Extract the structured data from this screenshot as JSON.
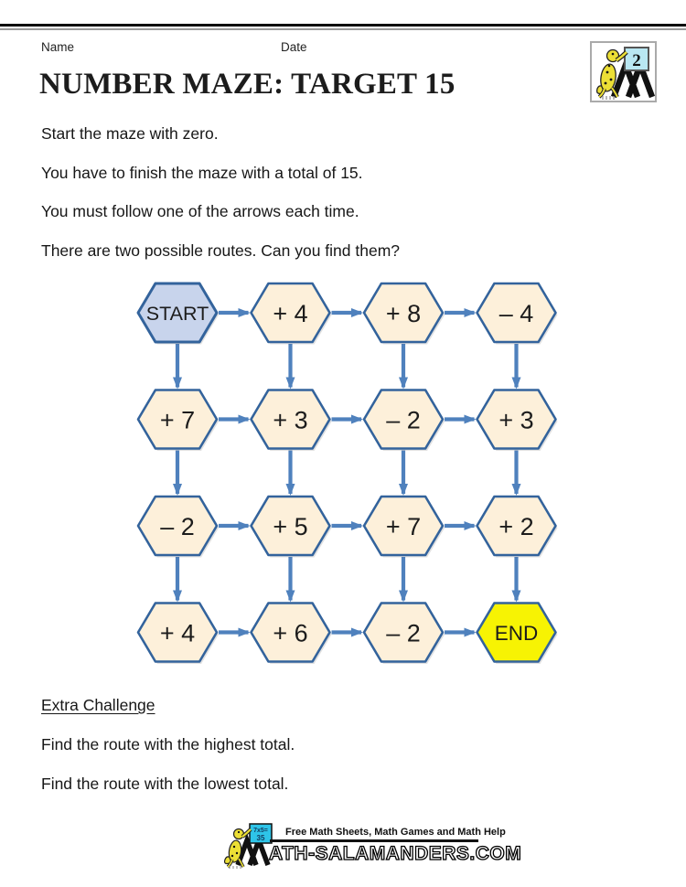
{
  "header": {
    "name_label": "Name",
    "date_label": "Date",
    "title": "NUMBER MAZE: TARGET 15",
    "badge_number": "2"
  },
  "instructions": [
    "Start the maze with zero.",
    "You have to finish the maze with a total of 15.",
    "You must follow one of the arrows each time.",
    "There are two possible routes. Can you find them?"
  ],
  "maze": {
    "rows": 4,
    "cols": 4,
    "cells": [
      [
        "START",
        "+ 4",
        "+ 8",
        "– 4"
      ],
      [
        "+ 7",
        "+ 3",
        "– 2",
        "+ 3"
      ],
      [
        "– 2",
        "+ 5",
        "+ 7",
        "+ 2"
      ],
      [
        "+ 4",
        "+ 6",
        "– 2",
        "END"
      ]
    ],
    "start_cell": "row 0, col 0",
    "end_cell": "row 3, col 3",
    "arrows": "right arrows between all horizontal neighbours; down arrows between all vertical neighbours",
    "colors": {
      "cell_fill": "#fdf0da",
      "start_fill": "#c8d4ec",
      "end_fill": "#f7f303",
      "border": "#33639c",
      "arrow": "#4f81bd",
      "label": "#1c1c1c"
    }
  },
  "extra": {
    "heading": "Extra Challenge",
    "lines": [
      "Find the route with the highest total.",
      "Find the route with the lowest total."
    ]
  },
  "footer": {
    "tagline": "Free Math Sheets, Math Games and Math Help",
    "site": "ATH-SALAMANDERS.COM",
    "board_line1": "7x5=",
    "board_line2": "35"
  },
  "icons": {
    "corner-logo": "yellow salamander writing the number 2 on a card beside a black M monogram",
    "footer-logo": "yellow salamander writing 7x5=35 on a cyan board beside a black M monogram"
  }
}
